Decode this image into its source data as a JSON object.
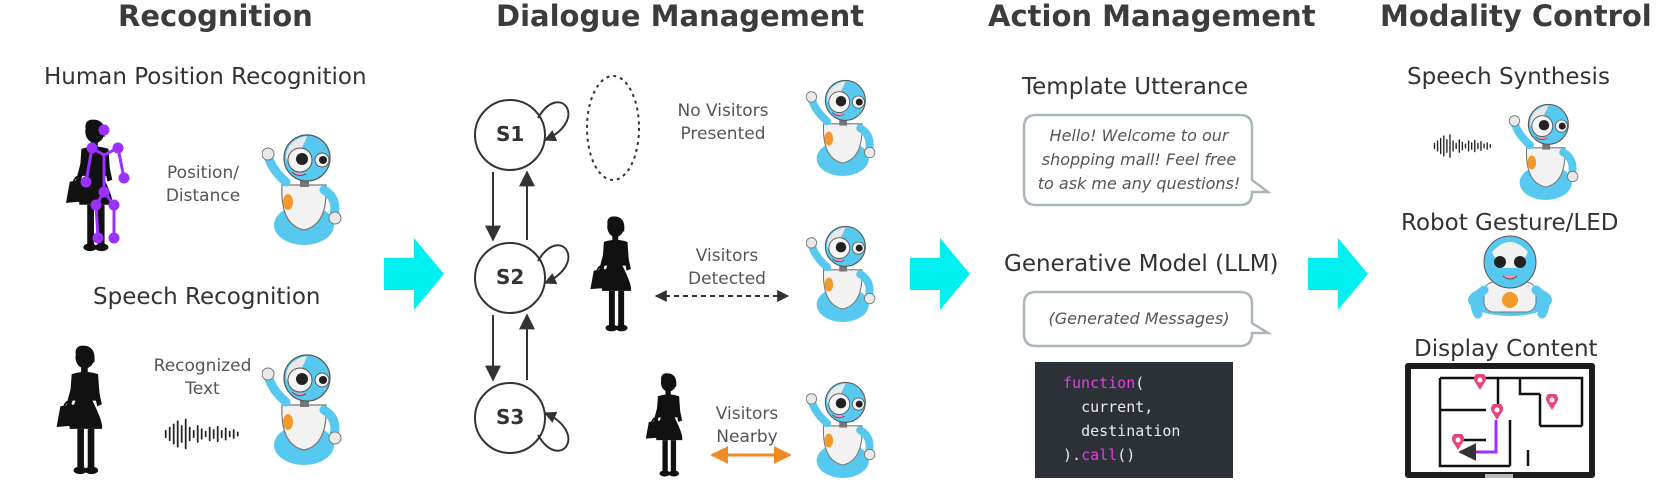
{
  "columns": {
    "recognition": {
      "title": "Recognition",
      "position_heading": "Human Position Recognition",
      "position_label": [
        "Position/",
        "Distance"
      ],
      "speech_heading": "Speech Recognition",
      "speech_label": [
        "Recognized",
        "Text"
      ]
    },
    "dialogue": {
      "title": "Dialogue Management",
      "states": [
        "S1",
        "S2",
        "S3"
      ],
      "transitions": [
        {
          "label": [
            "No Visitors",
            "Presented"
          ]
        },
        {
          "label": [
            "Visitors",
            "Detected"
          ]
        },
        {
          "label": [
            "Visitors",
            "Nearby"
          ]
        }
      ]
    },
    "action": {
      "title": "Action Management",
      "template_heading": "Template Utterance",
      "template_bubble": [
        "Hello! Welcome to our",
        "shopping mall! Feel free",
        "to ask  me any questions!"
      ],
      "generative_heading": "Generative Model (LLM)",
      "generative_bubble": "(Generated Messages)",
      "code": {
        "l1_kw": "function",
        "l1_rest": "(",
        "l2": "current,",
        "l3": "destination",
        "l4_pre": ").",
        "l4_kw": "call",
        "l4_post": "()"
      }
    },
    "modality": {
      "title": "Modality Control",
      "speech_heading": "Speech Synthesis",
      "gesture_heading": "Robot Gesture/LED",
      "display_heading": "Display Content"
    }
  },
  "icons": [
    "human-skeleton-icon",
    "human-silhouette-icon",
    "robot-icon",
    "waveform-icon",
    "flow-arrow-icon",
    "floor-map-icon",
    "location-pin-icon"
  ],
  "colors": {
    "flow_arrow": "#00f0f0",
    "skeleton": "#9b30ff",
    "robot_blue": "#57c9f0",
    "robot_orange": "#f39a2c",
    "nearby_arrow": "#f08a24",
    "map_pin": "#e8457a",
    "map_route": "#9b30ff",
    "code_bg": "#2b3136",
    "code_keyword": "#e040e0"
  }
}
